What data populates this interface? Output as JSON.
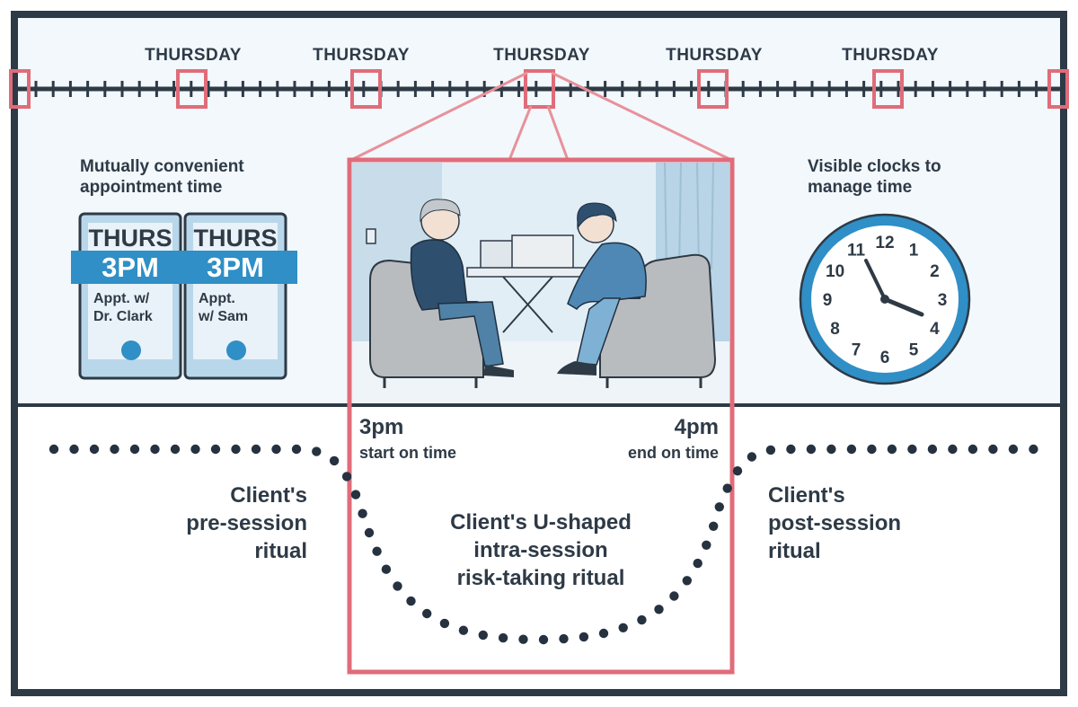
{
  "timeline": {
    "day_labels": [
      "THURSDAY",
      "THURSDAY",
      "THURSDAY",
      "THURSDAY",
      "THURSDAY"
    ]
  },
  "appointment": {
    "heading_line1": "Mutually convenient",
    "heading_line2": "appointment time",
    "phones": [
      {
        "day": "THURS",
        "time": "3PM",
        "appt_line1": "Appt. w/",
        "appt_line2": "Dr. Clark"
      },
      {
        "day": "THURS",
        "time": "3PM",
        "appt_line1": "Appt.",
        "appt_line2": "w/ Sam"
      }
    ]
  },
  "clock": {
    "heading_line1": "Visible clocks to",
    "heading_line2": "manage time",
    "numerals": [
      "12",
      "1",
      "2",
      "3",
      "4",
      "5",
      "6",
      "7",
      "8",
      "9",
      "10",
      "11"
    ]
  },
  "session": {
    "start_time": "3pm",
    "start_note": "start on time",
    "end_time": "4pm",
    "end_note": "end on time"
  },
  "rituals": {
    "pre_line1": "Client's",
    "pre_line2": "pre-session",
    "pre_line3": "ritual",
    "intra_line1": "Client's U-shaped",
    "intra_line2": "intra-session",
    "intra_line3": "risk-taking ritual",
    "post_line1": "Client's",
    "post_line2": "post-session",
    "post_line3": "ritual"
  },
  "colors": {
    "frame": "#2e3a46",
    "accent_pink": "#e06c7a",
    "accent_blue": "#2f8fc6",
    "panel_bg": "#f2f8fc",
    "dots": "#26323f"
  }
}
